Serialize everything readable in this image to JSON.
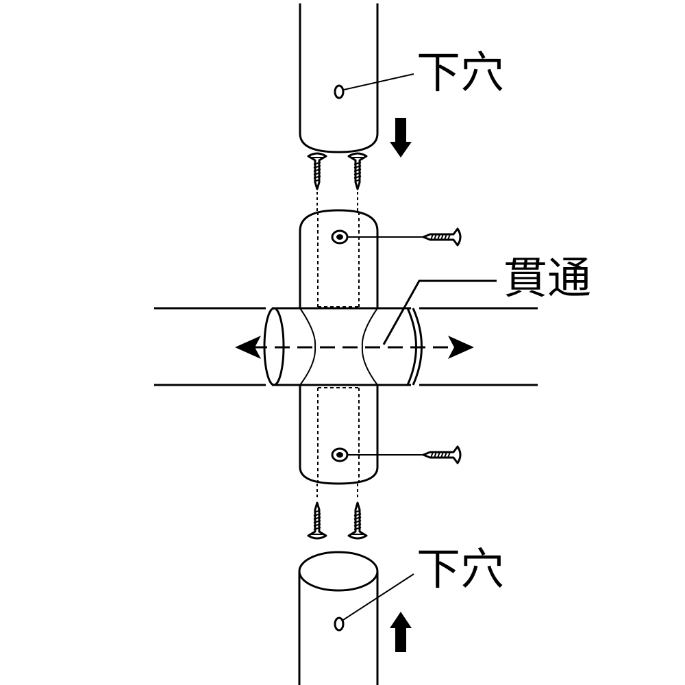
{
  "labels": {
    "top_hole": "下穴",
    "through": "貫通",
    "bottom_hole": "下穴"
  },
  "colors": {
    "line": "#000000",
    "background": "#ffffff"
  },
  "icons": [
    "arrow-down-icon",
    "arrow-up-icon",
    "arrow-left-icon",
    "arrow-right-icon",
    "wood-screw-icon"
  ]
}
